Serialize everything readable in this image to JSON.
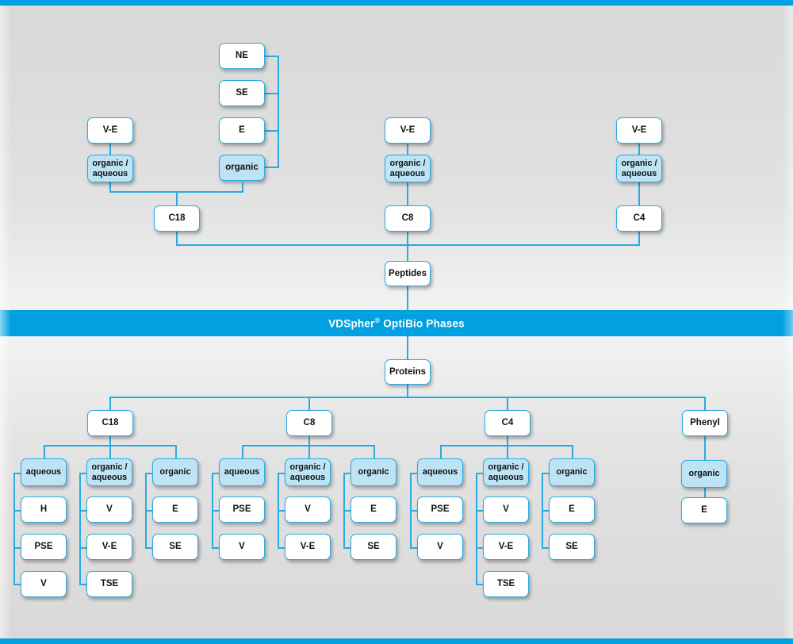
{
  "banner": {
    "brand": "VDSpher",
    "registered": "®",
    "rest": " OptiBio Phases"
  },
  "colors": {
    "accent": "#00a0e1",
    "node_border": "#29abe2",
    "node_fill_highlight": "#bee3f5",
    "node_fill": "#ffffff",
    "background": "#d9d9d9"
  },
  "peptides": {
    "root_label": "Peptides",
    "columns": [
      {
        "phase": "C18",
        "modifiers": [
          {
            "label": "organic / aqueous",
            "line1": "organic /",
            "line2": "aqueous",
            "highlight": true,
            "children": [
              "V-E"
            ]
          },
          {
            "label": "organic",
            "line1": "organic",
            "line2": "",
            "highlight": true,
            "children": [
              "NE",
              "SE",
              "E"
            ]
          }
        ]
      },
      {
        "phase": "C8",
        "modifiers": [
          {
            "label": "organic / aqueous",
            "line1": "organic /",
            "line2": "aqueous",
            "highlight": true,
            "children": [
              "V-E"
            ]
          }
        ]
      },
      {
        "phase": "C4",
        "modifiers": [
          {
            "label": "organic / aqueous",
            "line1": "organic /",
            "line2": "aqueous",
            "highlight": true,
            "children": [
              "V-E"
            ]
          }
        ]
      }
    ]
  },
  "proteins": {
    "root_label": "Proteins",
    "columns": [
      {
        "phase": "C18",
        "modifiers": [
          {
            "label": "aqueous",
            "line1": "aqueous",
            "line2": "",
            "highlight": true,
            "children": [
              "H",
              "PSE",
              "V"
            ]
          },
          {
            "label": "organic / aqueous",
            "line1": "organic /",
            "line2": "aqueous",
            "highlight": true,
            "children": [
              "V",
              "V-E",
              "TSE"
            ]
          },
          {
            "label": "organic",
            "line1": "organic",
            "line2": "",
            "highlight": true,
            "children": [
              "E",
              "SE"
            ]
          }
        ]
      },
      {
        "phase": "C8",
        "modifiers": [
          {
            "label": "aqueous",
            "line1": "aqueous",
            "line2": "",
            "highlight": true,
            "children": [
              "PSE",
              "V"
            ]
          },
          {
            "label": "organic / aqueous",
            "line1": "organic /",
            "line2": "aqueous",
            "highlight": true,
            "children": [
              "V",
              "V-E"
            ]
          },
          {
            "label": "organic",
            "line1": "organic",
            "line2": "",
            "highlight": true,
            "children": [
              "E",
              "SE"
            ]
          }
        ]
      },
      {
        "phase": "C4",
        "modifiers": [
          {
            "label": "aqueous",
            "line1": "aqueous",
            "line2": "",
            "highlight": true,
            "children": [
              "PSE",
              "V"
            ]
          },
          {
            "label": "organic / aqueous",
            "line1": "organic /",
            "line2": "aqueous",
            "highlight": true,
            "children": [
              "V",
              "V-E",
              "TSE"
            ]
          },
          {
            "label": "organic",
            "line1": "organic",
            "line2": "",
            "highlight": true,
            "children": [
              "E",
              "SE"
            ]
          }
        ]
      },
      {
        "phase": "Phenyl",
        "modifiers": [
          {
            "label": "organic",
            "line1": "organic",
            "line2": "",
            "highlight": true,
            "children": [
              "E"
            ]
          }
        ]
      }
    ]
  },
  "nodes": {
    "t_ne": "NE",
    "t_se": "SE",
    "t_e": "E",
    "t_organic": "organic",
    "t_ve_left": "V-E",
    "t_oa_left_1": "organic /",
    "t_oa_left_2": "aqueous",
    "t_c18": "C18",
    "t_ve_mid": "V-E",
    "t_oa_mid_1": "organic /",
    "t_oa_mid_2": "aqueous",
    "t_c8": "C8",
    "t_ve_right": "V-E",
    "t_oa_right_1": "organic /",
    "t_oa_right_2": "aqueous",
    "t_c4": "C4",
    "t_peptides": "Peptides",
    "b_proteins": "Proteins",
    "b_c18": "C18",
    "b_c8": "C8",
    "b_c4": "C4",
    "b_phenyl": "Phenyl",
    "c18_aqueous": "aqueous",
    "c18_oa_1": "organic /",
    "c18_oa_2": "aqueous",
    "c18_organic": "organic",
    "c18_aq_1": "H",
    "c18_aq_2": "PSE",
    "c18_aq_3": "V",
    "c18_oa_c1": "V",
    "c18_oa_c2": "V-E",
    "c18_oa_c3": "TSE",
    "c18_or_c1": "E",
    "c18_or_c2": "SE",
    "c8_aqueous": "aqueous",
    "c8_oa_1": "organic /",
    "c8_oa_2": "aqueous",
    "c8_organic": "organic",
    "c8_aq_1": "PSE",
    "c8_aq_2": "V",
    "c8_oa_c1": "V",
    "c8_oa_c2": "V-E",
    "c8_or_c1": "E",
    "c8_or_c2": "SE",
    "c4_aqueous": "aqueous",
    "c4_oa_1": "organic /",
    "c4_oa_2": "aqueous",
    "c4_organic": "organic",
    "c4_aq_1": "PSE",
    "c4_aq_2": "V",
    "c4_oa_c1": "V",
    "c4_oa_c2": "V-E",
    "c4_oa_c3": "TSE",
    "c4_or_c1": "E",
    "c4_or_c2": "SE",
    "ph_organic": "organic",
    "ph_e": "E"
  }
}
